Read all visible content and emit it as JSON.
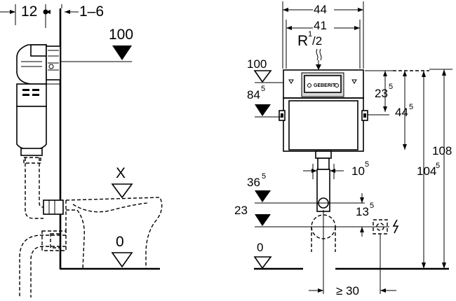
{
  "side_view": {
    "dim_depth_mm": "12",
    "dim_wall_mm": "1–6",
    "height_100": "100",
    "height_x": "X",
    "height_0": "0"
  },
  "front_view": {
    "dim_width_44": "44",
    "dim_width_41": "41",
    "connection_label": "R",
    "connection_num": "1",
    "connection_den": "/2",
    "height_100": "100",
    "height_84_base": "84",
    "height_84_sup": "5",
    "height_23_base": "23",
    "height_23_sup": "5",
    "height_44_base": "44",
    "height_44_sup": "5",
    "height_108": "108",
    "height_104_base": "104",
    "height_104_sup": "5",
    "pipe_10_base": "10",
    "pipe_10_sup": "5",
    "height_36_base": "36",
    "height_36_sup": "5",
    "height_23_low": "23",
    "pipe_13_base": "13",
    "pipe_13_sup": "5",
    "height_0": "0",
    "min_distance": "≥ 30"
  },
  "colors": {
    "line": "#000000",
    "fill_panel": "#d9d9d9",
    "background": "#ffffff"
  }
}
